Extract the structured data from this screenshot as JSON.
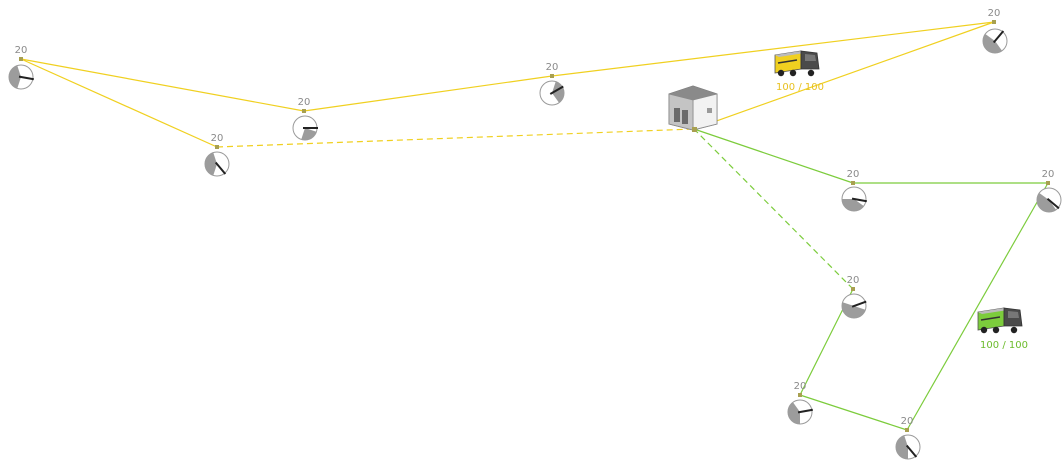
{
  "colors": {
    "route_yellow": "#f0d020",
    "route_green": "#7ccc3c",
    "load_yellow": "#e8c020",
    "load_green": "#6cbc2c",
    "dial_fill": "#9c9c9c",
    "dial_needle": "#222222",
    "label_gray": "#8a8a8a"
  },
  "depot": {
    "icon": "warehouse-icon"
  },
  "routes": [
    {
      "id": "route-yellow",
      "color": "#f0d020",
      "truck_icon": "truck-icon",
      "load_text": "100 / 100",
      "stops": [
        {
          "demand": "20"
        },
        {
          "demand": "20"
        },
        {
          "demand": "20"
        },
        {
          "demand": "20"
        },
        {
          "demand": "20"
        }
      ]
    },
    {
      "id": "route-green",
      "color": "#7ccc3c",
      "truck_icon": "truck-icon",
      "load_text": "100 / 100",
      "stops": [
        {
          "demand": "20"
        },
        {
          "demand": "20"
        },
        {
          "demand": "20"
        },
        {
          "demand": "20"
        },
        {
          "demand": "20"
        }
      ]
    }
  ]
}
